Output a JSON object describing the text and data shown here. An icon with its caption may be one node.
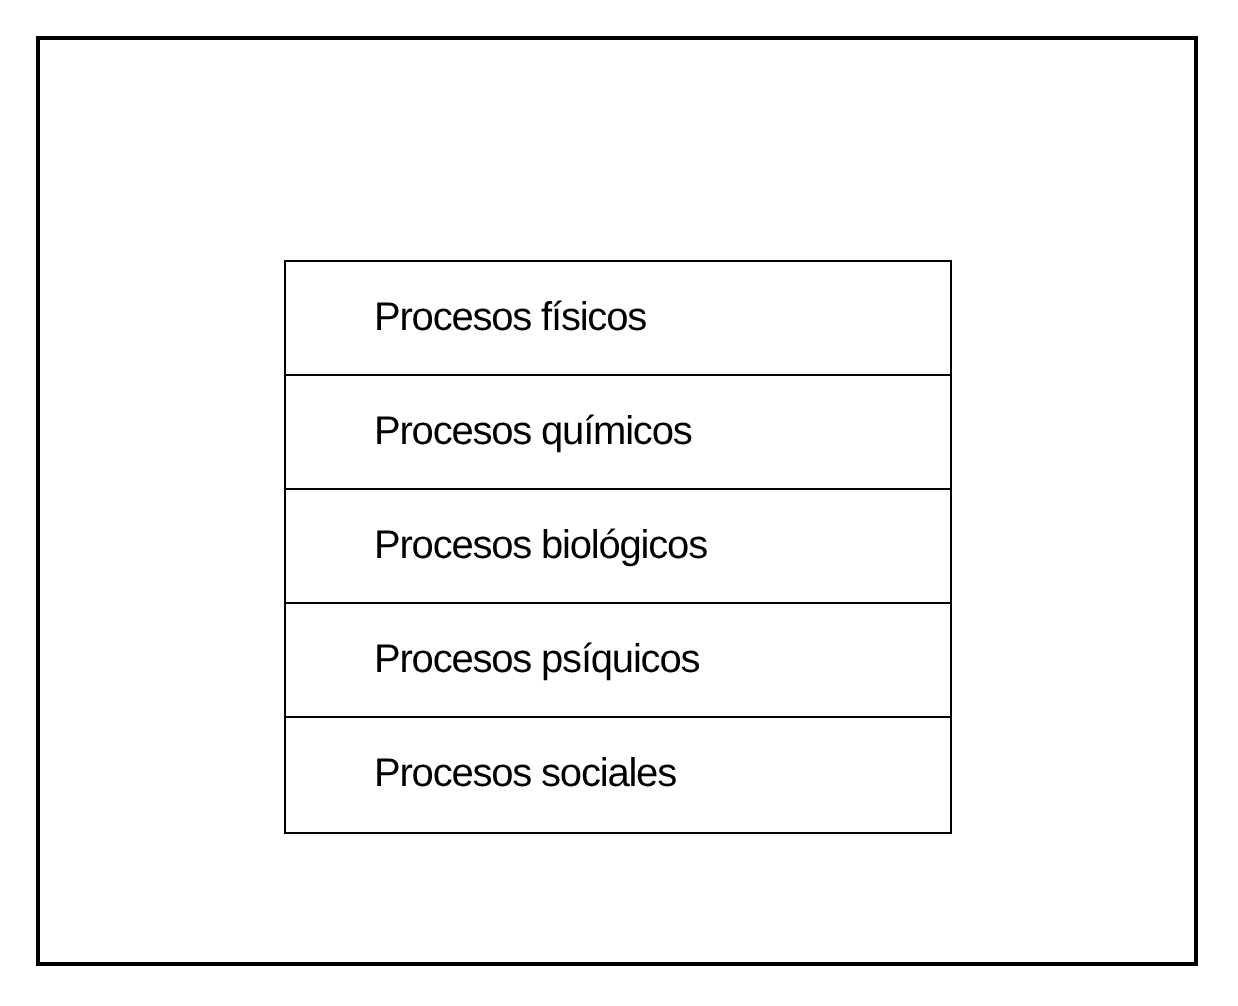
{
  "diagram": {
    "nodes": [
      {
        "text": [
          "Procesos físicos"
        ]
      },
      {
        "text": [
          "Procesos químicos"
        ]
      },
      {
        "text": [
          "Procesos biológicos"
        ]
      },
      {
        "text": [
          "Procesos psíquicos"
        ]
      },
      {
        "text": [
          "Procesos sociales"
        ]
      }
    ]
  }
}
